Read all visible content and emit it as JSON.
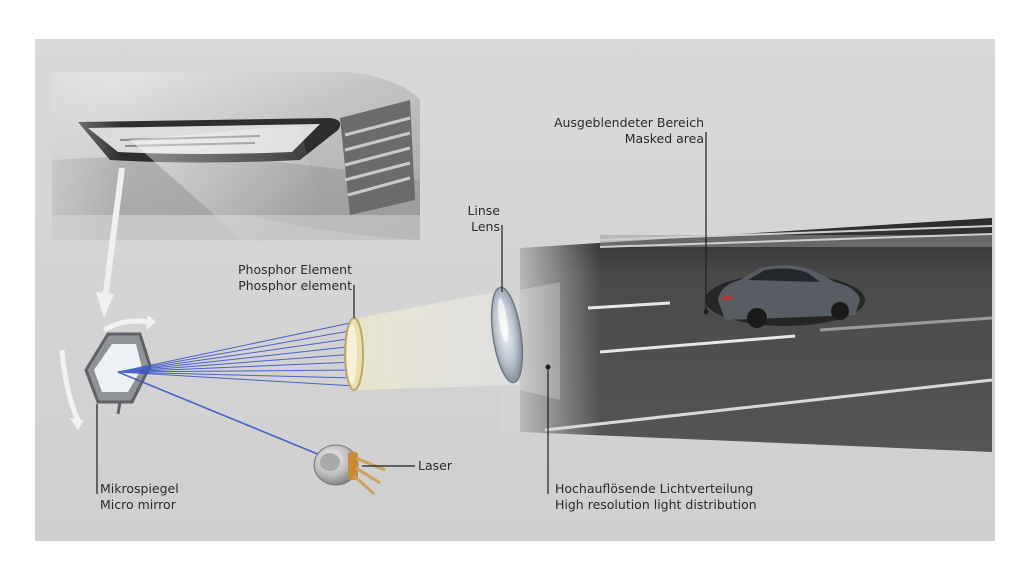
{
  "labels": {
    "masked_area": {
      "line1": "Ausgeblendeter Bereich",
      "line2": "Masked area"
    },
    "lens": {
      "line1": "Linse",
      "line2": "Lens"
    },
    "phosphor": {
      "line1": "Phosphor Element",
      "line2": "Phosphor element"
    },
    "laser": {
      "line1": "Laser"
    },
    "micro_mirror": {
      "line1": "Mikrospiegel",
      "line2": "Micro mirror"
    },
    "light_distribution": {
      "line1": "Hochauflösende Lichtverteilung",
      "line2": "High resolution light distribution"
    }
  },
  "colors": {
    "panel": "#d4d4d4",
    "laser_beam": "#3d56c9",
    "road": "#474747",
    "car": "#555a60",
    "leader_line": "#1e1e1e"
  }
}
